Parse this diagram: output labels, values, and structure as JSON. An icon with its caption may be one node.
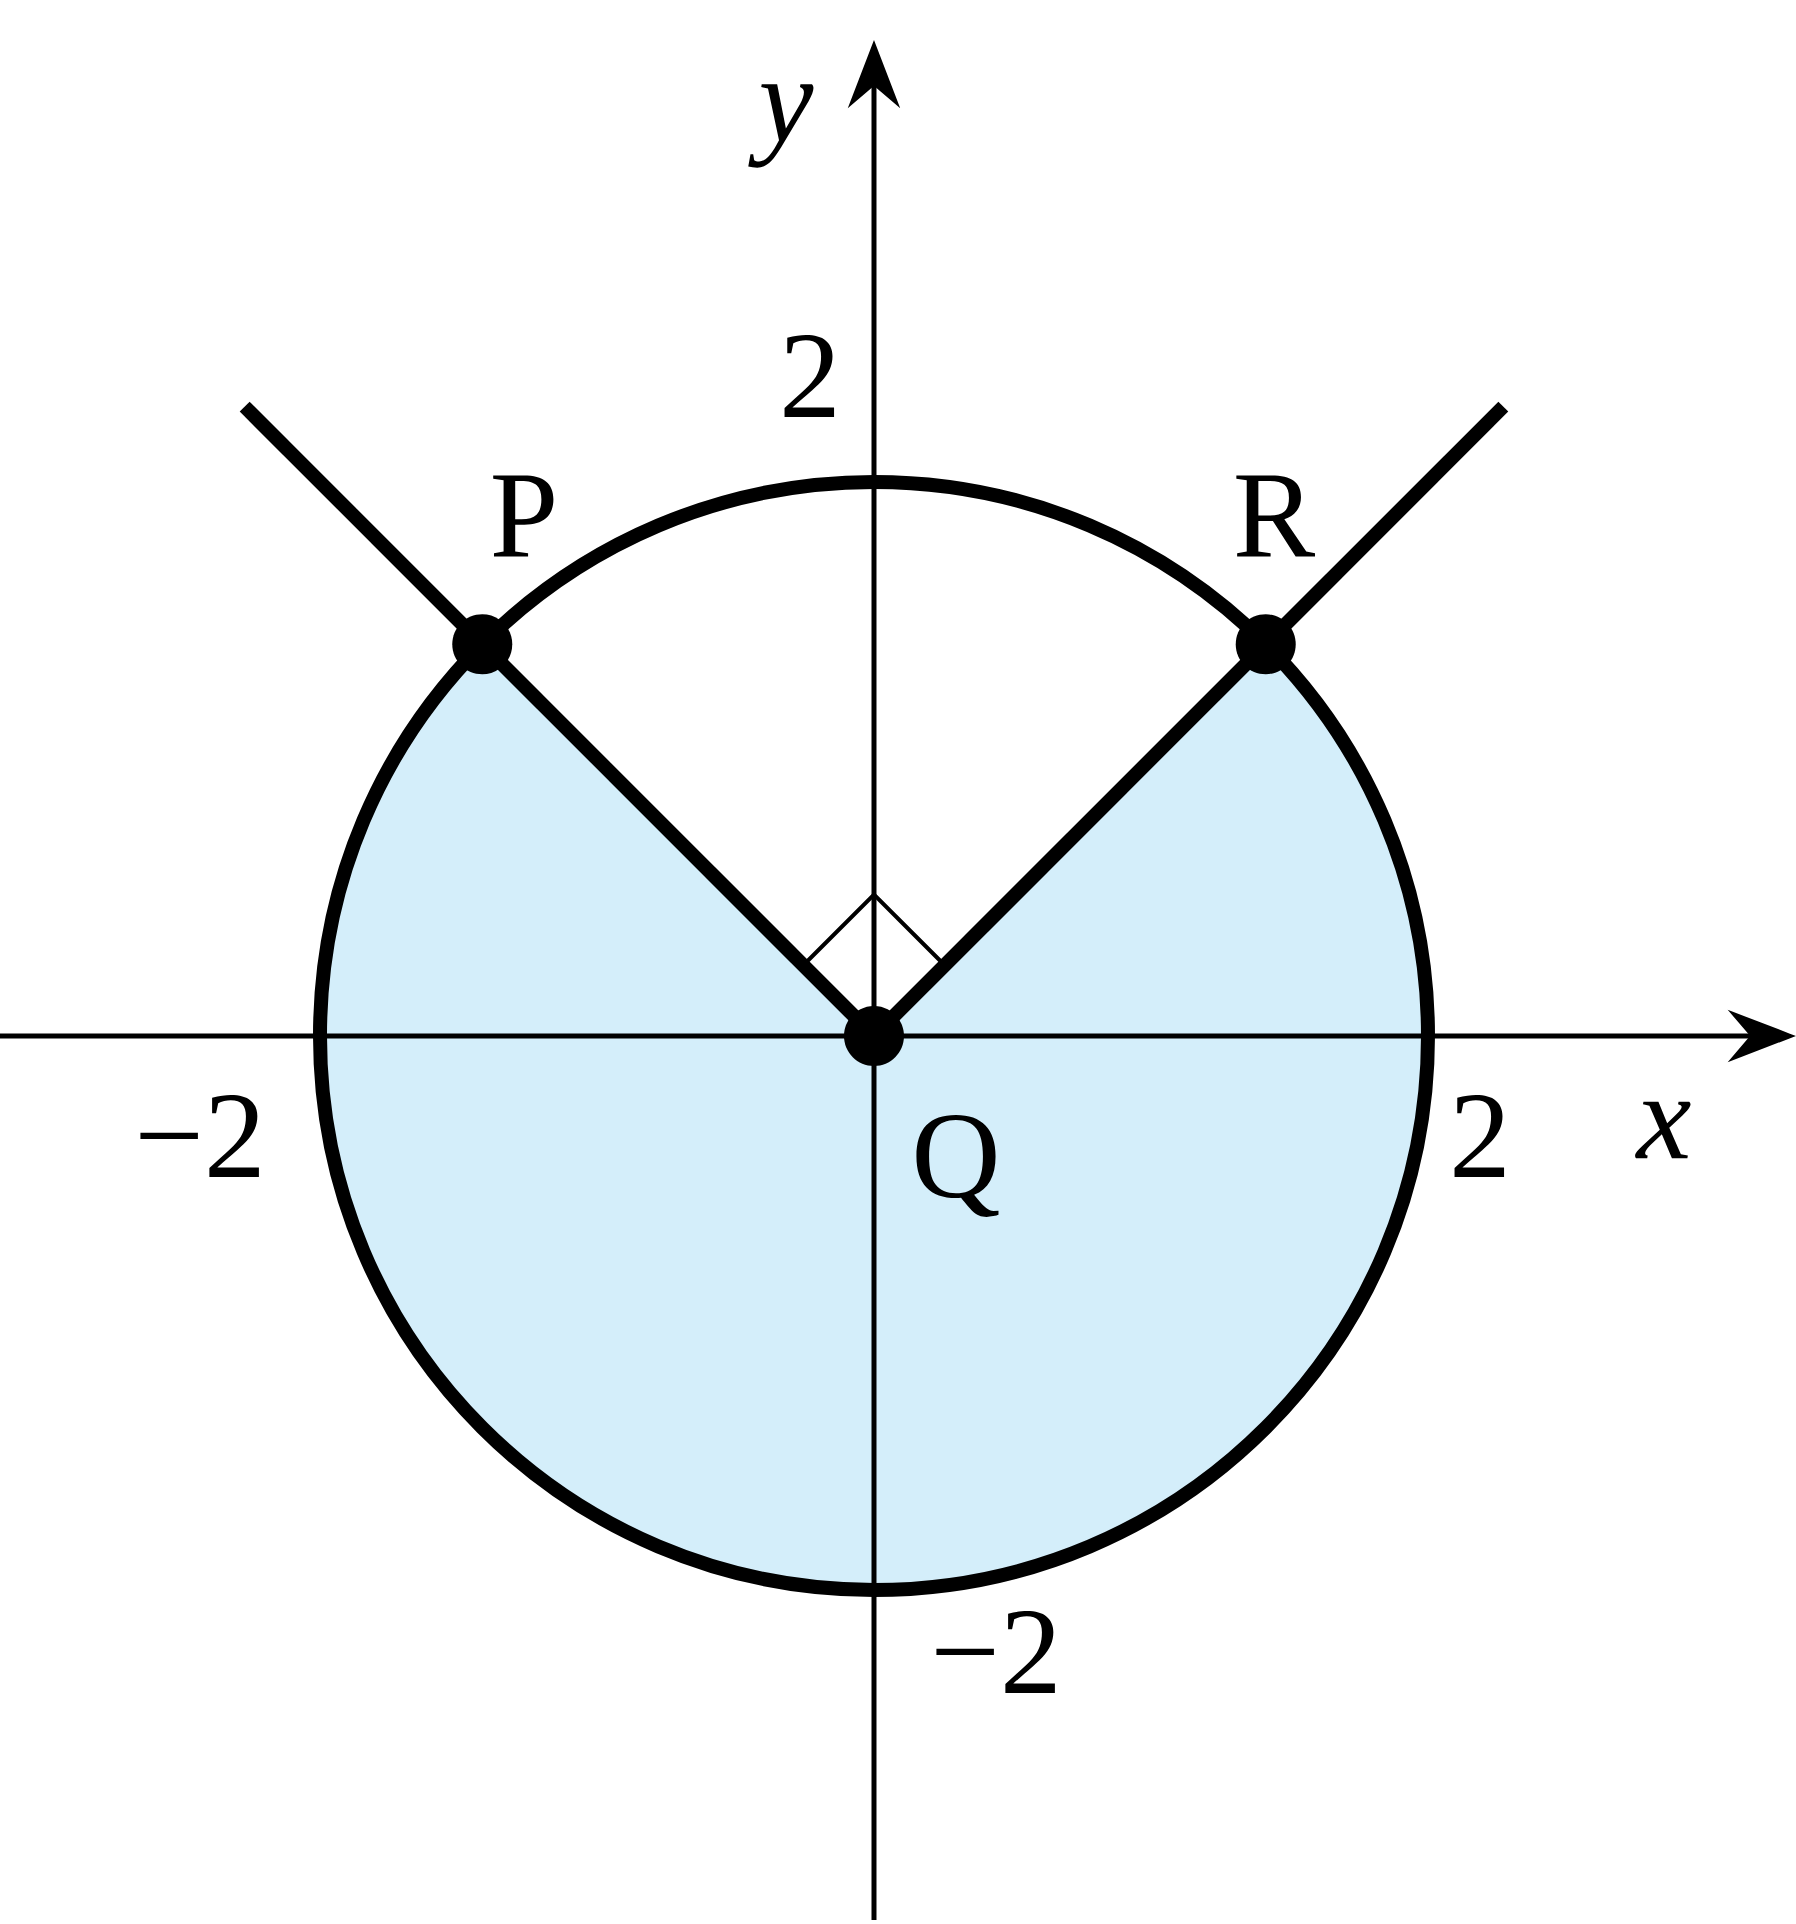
{
  "diagram": {
    "nodes": [
      {
        "text": [
          "P"
        ]
      },
      {
        "text": [
          "Q"
        ]
      },
      {
        "text": [
          "R"
        ]
      }
    ],
    "edges": [
      {
        "from": 1,
        "to": 0,
        "arrow": "none"
      },
      {
        "from": 1,
        "to": 2,
        "arrow": "none"
      }
    ],
    "labels": [
      "y",
      "2",
      "−2",
      "2",
      "x",
      "−2"
    ]
  }
}
